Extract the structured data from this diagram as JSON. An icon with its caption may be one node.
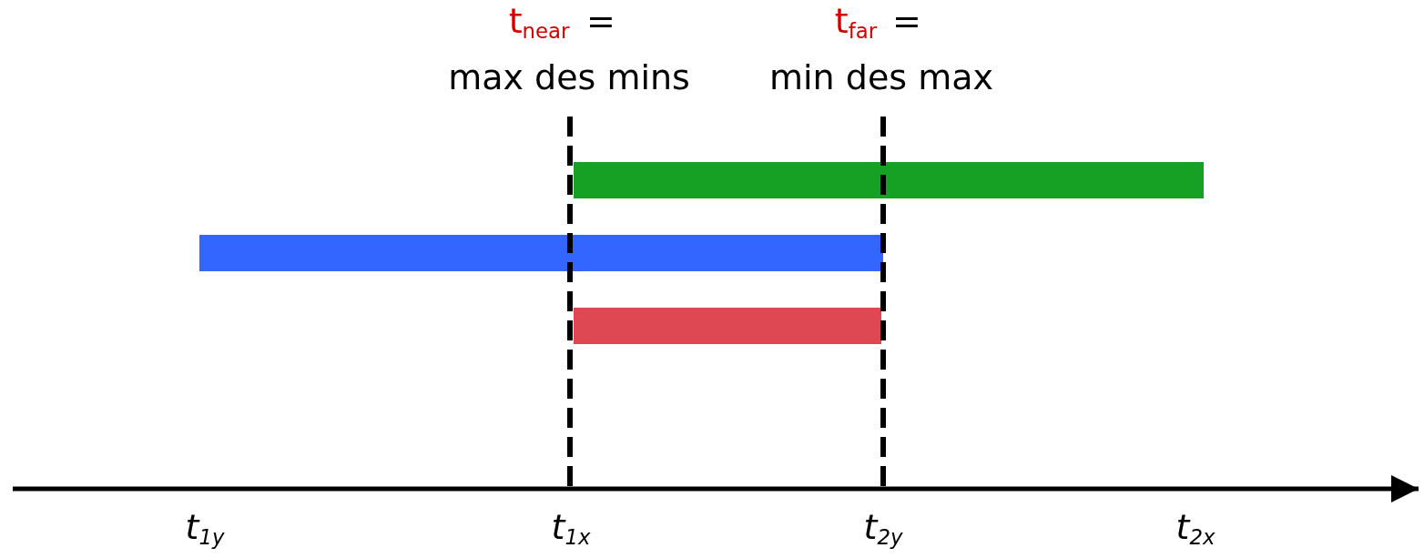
{
  "diagram": {
    "nodes": [
      {
        "text": [],
        "shape": "bar"
      },
      {
        "text": [],
        "shape": "bar"
      },
      {
        "text": [],
        "shape": "bar"
      }
    ],
    "labels": [
      "t$_{near}$",
      "=",
      "max des mins",
      "t$_{far}$",
      "=",
      "min des max",
      "t$_{1y}$",
      "t$_{1x}$",
      "t$_{2y}$",
      "t$_{2x}$"
    ]
  }
}
